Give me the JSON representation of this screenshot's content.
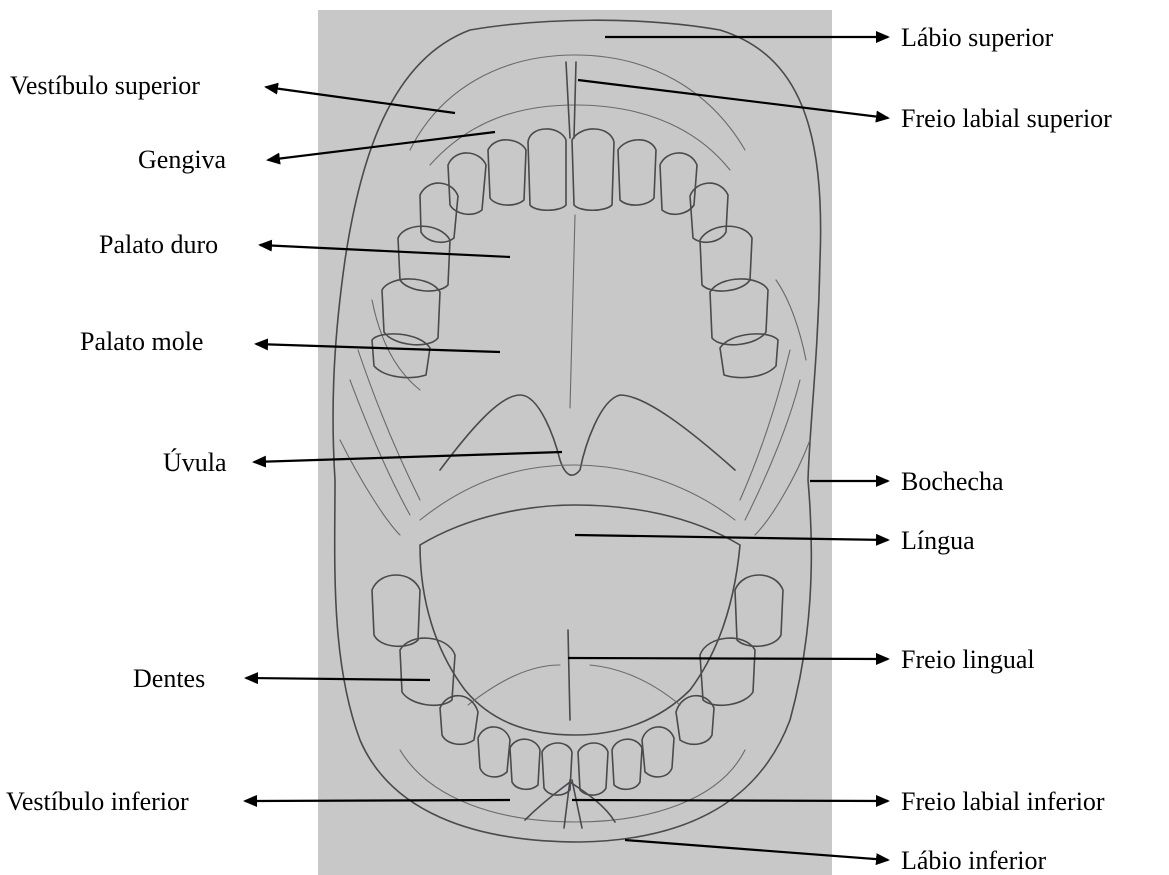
{
  "diagram": {
    "paper_color": "#c8c8c9",
    "pencil_color": "#4a4a4c",
    "labels": {
      "labio_superior": "Lábio superior",
      "vestibulo_superior": "Vestíbulo superior",
      "freio_labial_superior": "Freio labial superior",
      "gengiva": "Gengiva",
      "palato_duro": "Palato duro",
      "palato_mole": "Palato mole",
      "uvula": "Úvula",
      "bochecha": "Bochecha",
      "lingua": "Língua",
      "dentes": "Dentes",
      "freio_lingual": "Freio lingual",
      "vestibulo_inferior": "Vestíbulo inferior",
      "freio_labial_inferior": "Freio labial inferior",
      "labio_inferior": "Lábio inferior"
    }
  }
}
